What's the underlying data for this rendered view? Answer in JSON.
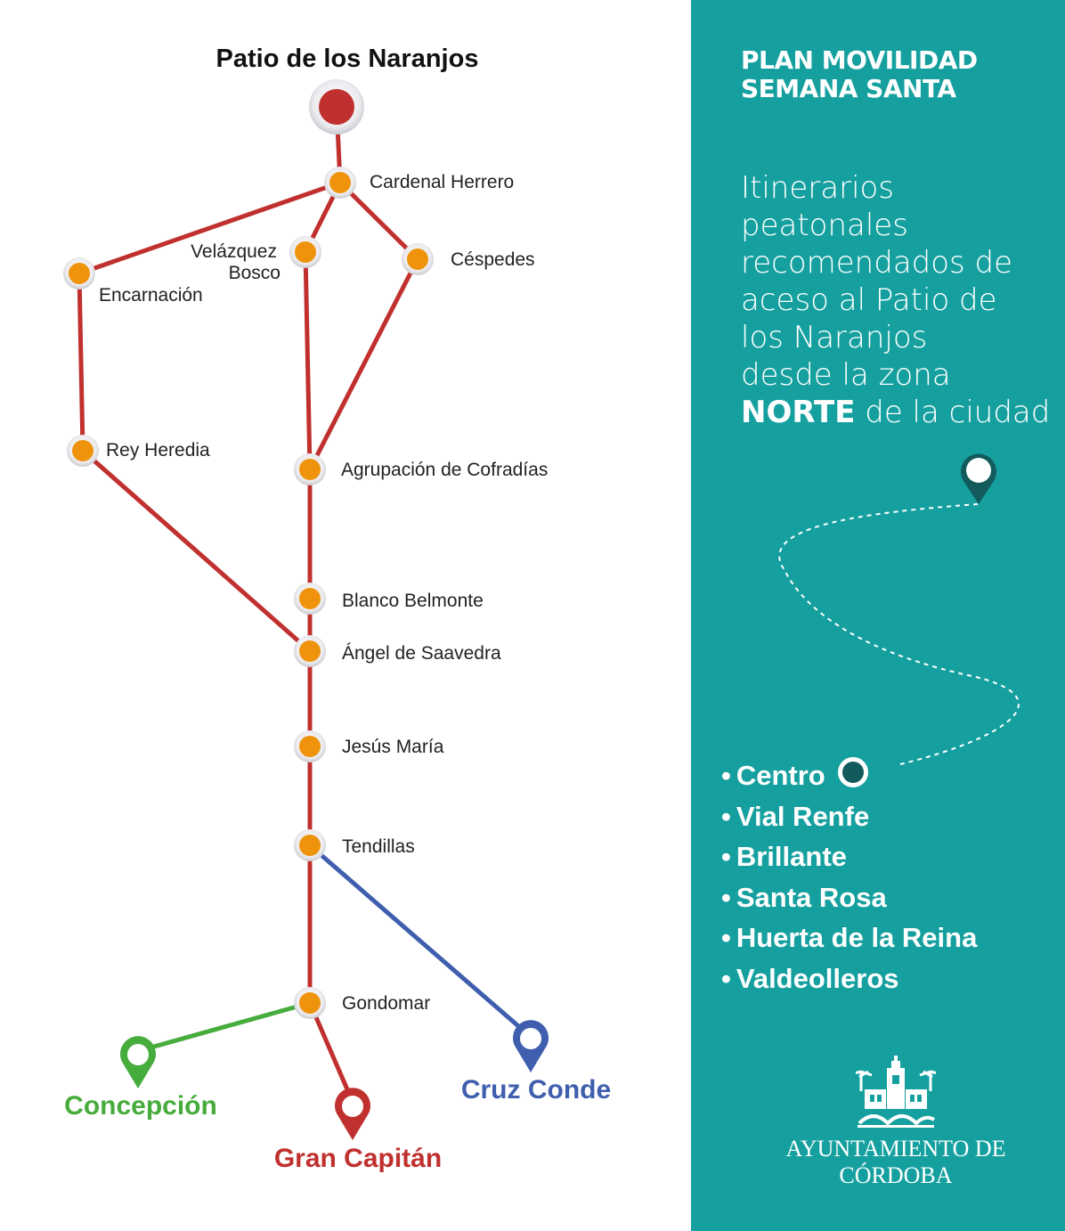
{
  "map": {
    "title": "Patio de los Naranjos",
    "stations": [
      {
        "id": "cardenal-herrero",
        "label_lines": [
          "Cardenal Herrero"
        ]
      },
      {
        "id": "velazquez-bosco",
        "label_lines": [
          "Velázquez",
          "Bosco"
        ]
      },
      {
        "id": "cespedes",
        "label_lines": [
          "Céspedes"
        ]
      },
      {
        "id": "encarnacion",
        "label_lines": [
          "Encarnación"
        ]
      },
      {
        "id": "rey-heredia",
        "label_lines": [
          "Rey Heredia"
        ]
      },
      {
        "id": "agrupacion-cofradias",
        "label_lines": [
          "Agrupación de Cofradías"
        ]
      },
      {
        "id": "blanco-belmonte",
        "label_lines": [
          "Blanco Belmonte"
        ]
      },
      {
        "id": "angel-saavedra",
        "label_lines": [
          "Ángel de Saavedra"
        ]
      },
      {
        "id": "jesus-maria",
        "label_lines": [
          "Jesús María"
        ]
      },
      {
        "id": "tendillas",
        "label_lines": [
          "Tendillas"
        ]
      },
      {
        "id": "gondomar",
        "label_lines": [
          "Gondomar"
        ]
      }
    ],
    "destinations": {
      "concepcion": "Concepción",
      "gran_capitan": "Gran Capitán",
      "cruz_conde": "Cruz Conde"
    },
    "colors": {
      "route_red": "#c0302e",
      "route_green": "#46ac3c",
      "route_blue": "#3f5fae",
      "station": "#ef930d",
      "panel": "#15a09f"
    }
  },
  "panel": {
    "heading_line1": "PLAN MOVILIDAD",
    "heading_line2": "SEMANA SANTA",
    "desc_lines": [
      "Itinerarios",
      "peatonales",
      "recomendados de",
      "aceso al Patio de",
      "los Naranjos",
      "desde la zona"
    ],
    "desc_last_bold": "NORTE",
    "desc_last_rest": " de la ciudad",
    "zones": [
      "Centro",
      "Vial Renfe",
      "Brillante",
      "Santa Rosa",
      "Huerta de la Reina",
      "Valdeolleros"
    ],
    "logo_text": "AYUNTAMIENTO DE CÓRDOBA"
  }
}
